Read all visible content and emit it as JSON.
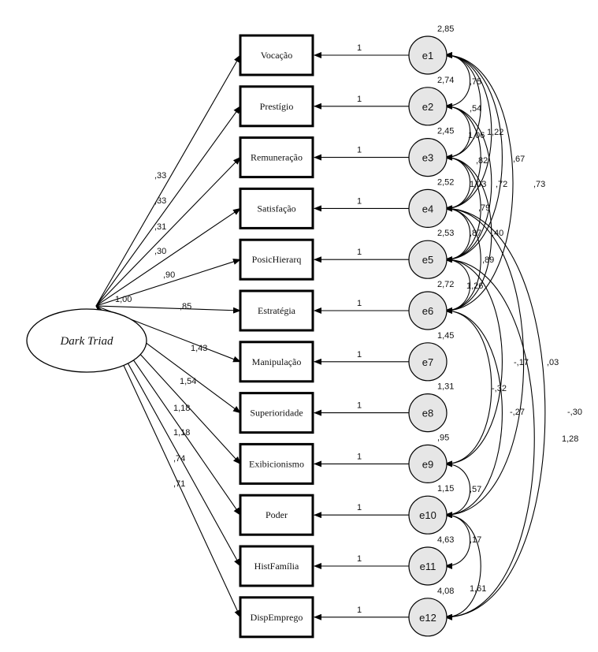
{
  "latent": {
    "label": "Dark Triad"
  },
  "observed": [
    {
      "label": "Vocação",
      "loading": ",33"
    },
    {
      "label": "Prestígio",
      "loading": ",33"
    },
    {
      "label": "Remuneração",
      "loading": ",31"
    },
    {
      "label": "Satisfação",
      "loading": ",30"
    },
    {
      "label": "PosicHierarq",
      "loading": ",90"
    },
    {
      "label": "Estratégia",
      "loading": "1,00"
    },
    {
      "label": "Manipulação",
      "loading": ",85"
    },
    {
      "label": "Superioridade",
      "loading": "1,43"
    },
    {
      "label": "Exibicionismo",
      "loading": "1,54"
    },
    {
      "label": "Poder",
      "loading": "1,18"
    },
    {
      "label": "HistFamília",
      "loading": "1,18"
    },
    {
      "label": "DispEmprego",
      "loading": ",74"
    }
  ],
  "extra_loading_label": ",71",
  "errors": [
    {
      "label": "e1",
      "variance": "2,85",
      "path": "1"
    },
    {
      "label": "e2",
      "variance": "2,74",
      "path": "1"
    },
    {
      "label": "e3",
      "variance": "2,45",
      "path": "1"
    },
    {
      "label": "e4",
      "variance": "2,52",
      "path": "1"
    },
    {
      "label": "e5",
      "variance": "2,53",
      "path": "1"
    },
    {
      "label": "e6",
      "variance": "2,72",
      "path": "1"
    },
    {
      "label": "e7",
      "variance": "1,45",
      "path": "1"
    },
    {
      "label": "e8",
      "variance": "1,31",
      "path": "1"
    },
    {
      "label": "e9",
      "variance": ",95",
      "path": "1"
    },
    {
      "label": "e10",
      "variance": "1,15",
      "path": "1"
    },
    {
      "label": "e11",
      "variance": "4,63",
      "path": "1"
    },
    {
      "label": "e12",
      "variance": "4,08",
      "path": "1"
    }
  ],
  "covariances": [
    {
      "from": "e1",
      "to": "e2",
      "value": ",75"
    },
    {
      "from": "e1",
      "to": "e3",
      "value": ",54"
    },
    {
      "from": "e2",
      "to": "e3",
      "value": "1,06"
    },
    {
      "from": "e1",
      "to": "e4",
      "value": "1,22"
    },
    {
      "from": "e3",
      "to": "e4",
      "value": ",82"
    },
    {
      "from": "e1",
      "to": "e5",
      "value": ",67"
    },
    {
      "from": "e2",
      "to": "e4",
      "value": "1,03"
    },
    {
      "from": "e2",
      "to": "e5",
      "value": ",72"
    },
    {
      "from": "e1",
      "to": "e6",
      "value": ",73"
    },
    {
      "from": "e4",
      "to": "e5",
      "value": ",79"
    },
    {
      "from": "e3",
      "to": "e5",
      "value": ",87"
    },
    {
      "from": "e3",
      "to": "e6",
      "value": ",40"
    },
    {
      "from": "e4",
      "to": "e6",
      "value": ",89"
    },
    {
      "from": "e5",
      "to": "e6",
      "value": "1,26"
    },
    {
      "from": "e6",
      "to": "e9",
      "value": "-,32"
    },
    {
      "from": "e5",
      "to": "e9",
      "value": "-,17"
    },
    {
      "from": "e6",
      "to": "e10",
      "value": "-,27"
    },
    {
      "from": "e4",
      "to": "e10",
      "value": ",03"
    },
    {
      "from": "e5",
      "to": "e12",
      "value": "-,30"
    },
    {
      "from": "e4",
      "to": "e12",
      "value": "1,28"
    },
    {
      "from": "e9",
      "to": "e10",
      "value": ",57"
    },
    {
      "from": "e10",
      "to": "e11",
      "value": ",17"
    },
    {
      "from": "e10",
      "to": "e12",
      "value": "1,61"
    }
  ]
}
